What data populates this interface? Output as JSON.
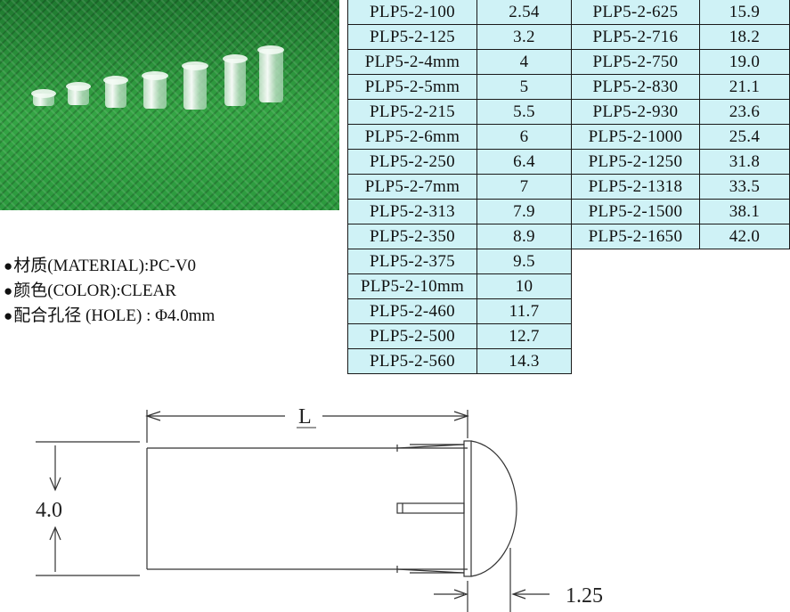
{
  "specs": [
    {
      "label": "材质(MATERIAL):PC-V0"
    },
    {
      "label": "颜色(COLOR):CLEAR"
    },
    {
      "label": "配合孔径 (HOLE) : Φ4.0mm"
    }
  ],
  "table_left": [
    {
      "code": "PLP5-2-100",
      "length": "2.54"
    },
    {
      "code": "PLP5-2-125",
      "length": "3.2"
    },
    {
      "code": "PLP5-2-4mm",
      "length": "4"
    },
    {
      "code": "PLP5-2-5mm",
      "length": "5"
    },
    {
      "code": "PLP5-2-215",
      "length": "5.5"
    },
    {
      "code": "PLP5-2-6mm",
      "length": "6"
    },
    {
      "code": "PLP5-2-250",
      "length": "6.4"
    },
    {
      "code": "PLP5-2-7mm",
      "length": "7"
    },
    {
      "code": "PLP5-2-313",
      "length": "7.9"
    },
    {
      "code": "PLP5-2-350",
      "length": "8.9"
    },
    {
      "code": "PLP5-2-375",
      "length": "9.5"
    },
    {
      "code": "PLP5-2-10mm",
      "length": "10"
    },
    {
      "code": "PLP5-2-460",
      "length": "11.7"
    },
    {
      "code": "PLP5-2-500",
      "length": "12.7"
    },
    {
      "code": "PLP5-2-560",
      "length": "14.3"
    }
  ],
  "table_right": [
    {
      "code": "PLP5-2-625",
      "length": "15.9"
    },
    {
      "code": "PLP5-2-716",
      "length": "18.2"
    },
    {
      "code": "PLP5-2-750",
      "length": "19.0"
    },
    {
      "code": "PLP5-2-830",
      "length": "21.1"
    },
    {
      "code": "PLP5-2-930",
      "length": "23.6"
    },
    {
      "code": "PLP5-2-1000",
      "length": "25.4"
    },
    {
      "code": "PLP5-2-1250",
      "length": "31.8"
    },
    {
      "code": "PLP5-2-1318",
      "length": "33.5"
    },
    {
      "code": "PLP5-2-1500",
      "length": "38.1"
    },
    {
      "code": "PLP5-2-1650",
      "length": "42.0"
    }
  ],
  "drawing": {
    "length_label": "L",
    "diameter_label": "4.0",
    "flange_label": "1.25"
  },
  "colors": {
    "table_fill": "#cff2f6",
    "photo_background": "#2e9a3f"
  }
}
